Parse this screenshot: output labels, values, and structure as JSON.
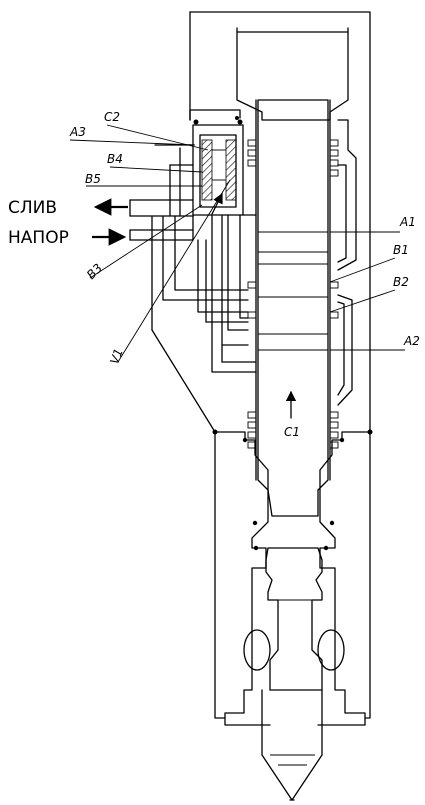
{
  "labels": {
    "c2": "C2",
    "a3": "A3",
    "b4": "B4",
    "b5": "B5",
    "drain": "СЛИВ",
    "pressure": "НАПОР",
    "b3": "B3",
    "v1": "V1",
    "a1": "A1",
    "b1": "B1",
    "b2": "B2",
    "a2": "A2",
    "c1": "C1"
  }
}
